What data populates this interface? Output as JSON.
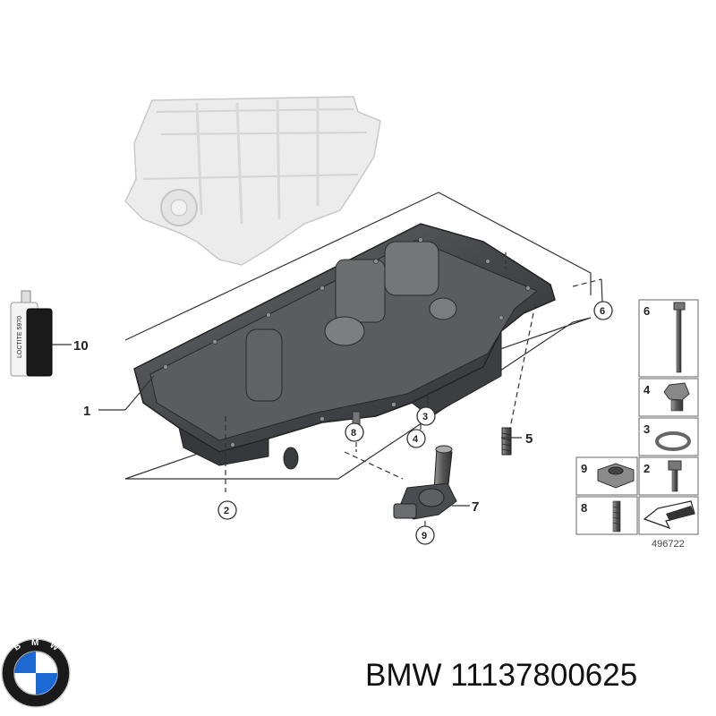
{
  "diagram": {
    "callouts": {
      "c1": "1",
      "c2": "2",
      "c3": "3",
      "c4": "4",
      "c5": "5",
      "c6": "6",
      "c7": "7",
      "c8": "8",
      "c9": "9",
      "c10": "10"
    },
    "legend": {
      "l6": "6",
      "l4": "4",
      "l3": "3",
      "l9": "9",
      "l2": "2",
      "l8": "8"
    },
    "tube_text": "LOCTITE 5970",
    "image_number": "496722"
  },
  "footer": {
    "brand": "BMW",
    "part_number": "11137800625",
    "text": "BMW 11137800625"
  },
  "logo": {
    "lettering": "BMW",
    "colors": {
      "blue": "#1c69d4",
      "white": "#ffffff",
      "ring": "#1a1a1a"
    }
  },
  "colors": {
    "pan": "#4a4c50",
    "pan_dark": "#2e3034",
    "block": "#e8e8e8",
    "line": "#333333"
  }
}
